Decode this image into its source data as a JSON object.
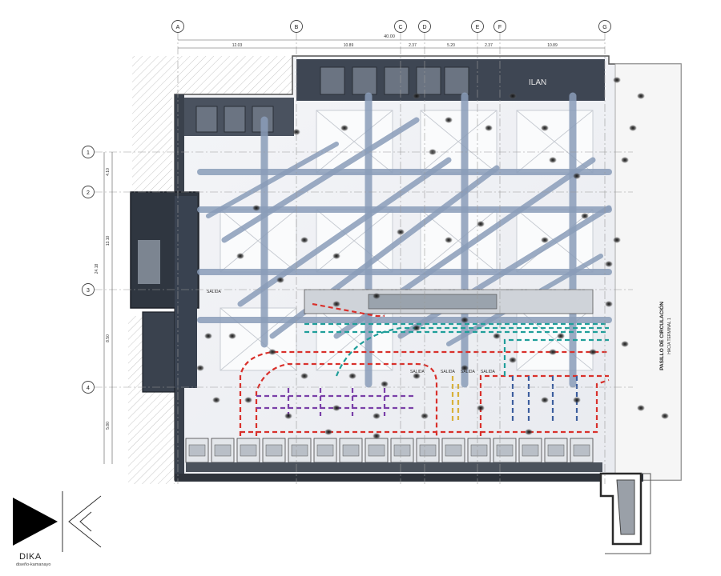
{
  "grid": {
    "columns": [
      "A",
      "B",
      "C",
      "D",
      "E",
      "F",
      "G"
    ],
    "rows": [
      "1",
      "2",
      "3",
      "4"
    ],
    "top_dims": [
      "12.03",
      "10.89",
      "2.37",
      "5.20",
      "2.37",
      "10.89"
    ],
    "overall_dim": "40.00",
    "left_dims": [
      "4.10",
      "13.10",
      "8.50",
      "5.80"
    ],
    "left_total": "24.18"
  },
  "plan": {
    "room_label": "ILAN",
    "corridor_label": "PASILLO DE CIRCULACIÓN",
    "corridor_sublabel": "HACIA TERMINAL 1",
    "gate_labels": [
      "SALIDA",
      "SALIDA",
      "SALIDA",
      "SALIDA",
      "SALIDA"
    ]
  },
  "brand": {
    "name": "DIKA",
    "tagline": "diseño-kamanayo"
  },
  "colors": {
    "steel_blue": "#8a9cb8",
    "route_red": "#d9302b",
    "route_teal": "#1f9e9a",
    "route_purple": "#7a3fa8",
    "route_blue": "#3c5e9e",
    "route_yellow": "#d8b13a"
  }
}
